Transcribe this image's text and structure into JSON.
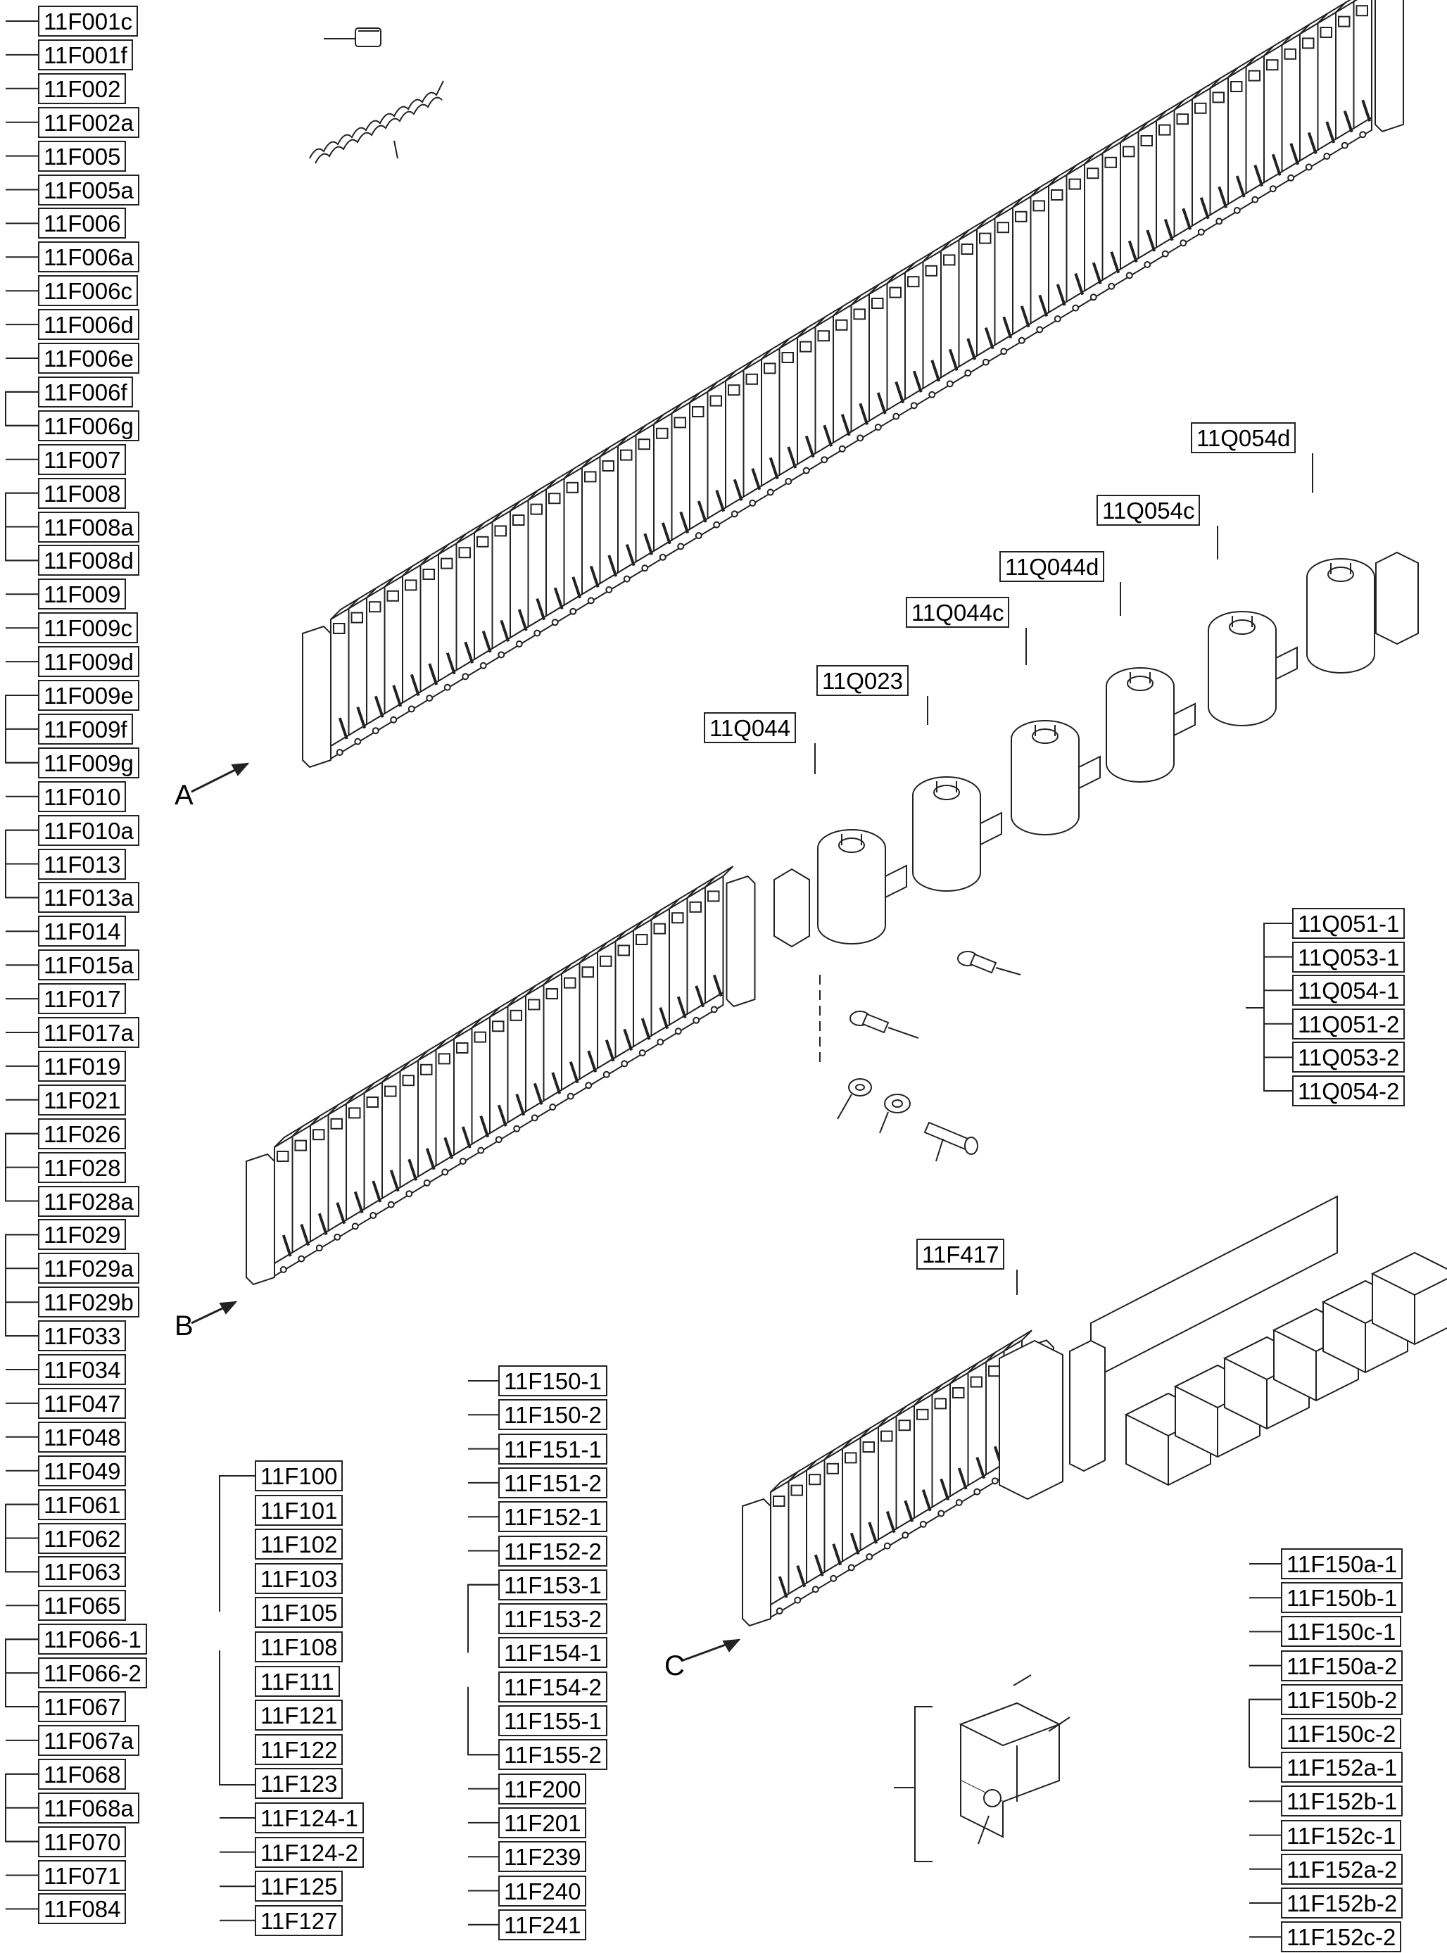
{
  "col1_labels": [
    "11F001c",
    "11F001f",
    "11F002",
    "11F002a",
    "11F005",
    "11F005a",
    "11F006",
    "11F006a",
    "11F006c",
    "11F006d",
    "11F006e",
    "11F006f",
    "11F006g",
    "11F007",
    "11F008",
    "11F008a",
    "11F008d",
    "11F009",
    "11F009c",
    "11F009d",
    "11F009e",
    "11F009f",
    "11F009g",
    "11F010",
    "11F010a",
    "11F013",
    "11F013a",
    "11F014",
    "11F015a",
    "11F017",
    "11F017a",
    "11F019",
    "11F021",
    "11F026",
    "11F028",
    "11F028a",
    "11F029",
    "11F029a",
    "11F029b",
    "11F033",
    "11F034",
    "11F047",
    "11F048",
    "11F049",
    "11F061",
    "11F062",
    "11F063",
    "11F065",
    "11F066-1",
    "11F066-2",
    "11F067",
    "11F067a",
    "11F068",
    "11F068a",
    "11F070",
    "11F071",
    "11F084"
  ],
  "col2_labels": [
    "11F100",
    "11F101",
    "11F102",
    "11F103",
    "11F105",
    "11F108",
    "11F111",
    "11F121",
    "11F122",
    "11F123",
    "11F124-1",
    "11F124-2",
    "11F125",
    "11F127"
  ],
  "col3_labels": [
    "11F150-1",
    "11F150-2",
    "11F151-1",
    "11F151-2",
    "11F152-1",
    "11F152-2",
    "11F153-1",
    "11F153-2",
    "11F154-1",
    "11F154-2",
    "11F155-1",
    "11F155-2",
    "11F200",
    "11F201",
    "11F239",
    "11F240",
    "11F241"
  ],
  "q_right_labels": [
    "11Q051-1",
    "11Q053-1",
    "11Q054-1",
    "11Q051-2",
    "11Q053-2",
    "11Q054-2"
  ],
  "f150_labels": [
    "11F150a-1",
    "11F150b-1",
    "11F150c-1",
    "11F150a-2",
    "11F150b-2",
    "11F150c-2",
    "11F152a-1",
    "11F152b-1",
    "11F152c-1",
    "11F152a-2",
    "11F152b-2",
    "11F152c-2"
  ],
  "q_components": [
    {
      "label": "11Q054d"
    },
    {
      "label": "11Q054c"
    },
    {
      "label": "11Q044d"
    },
    {
      "label": "11Q044c"
    },
    {
      "label": "11Q023"
    },
    {
      "label": "11Q044"
    }
  ],
  "f417_label": "11F417",
  "views": {
    "a": "A",
    "b": "B",
    "c": "C"
  }
}
